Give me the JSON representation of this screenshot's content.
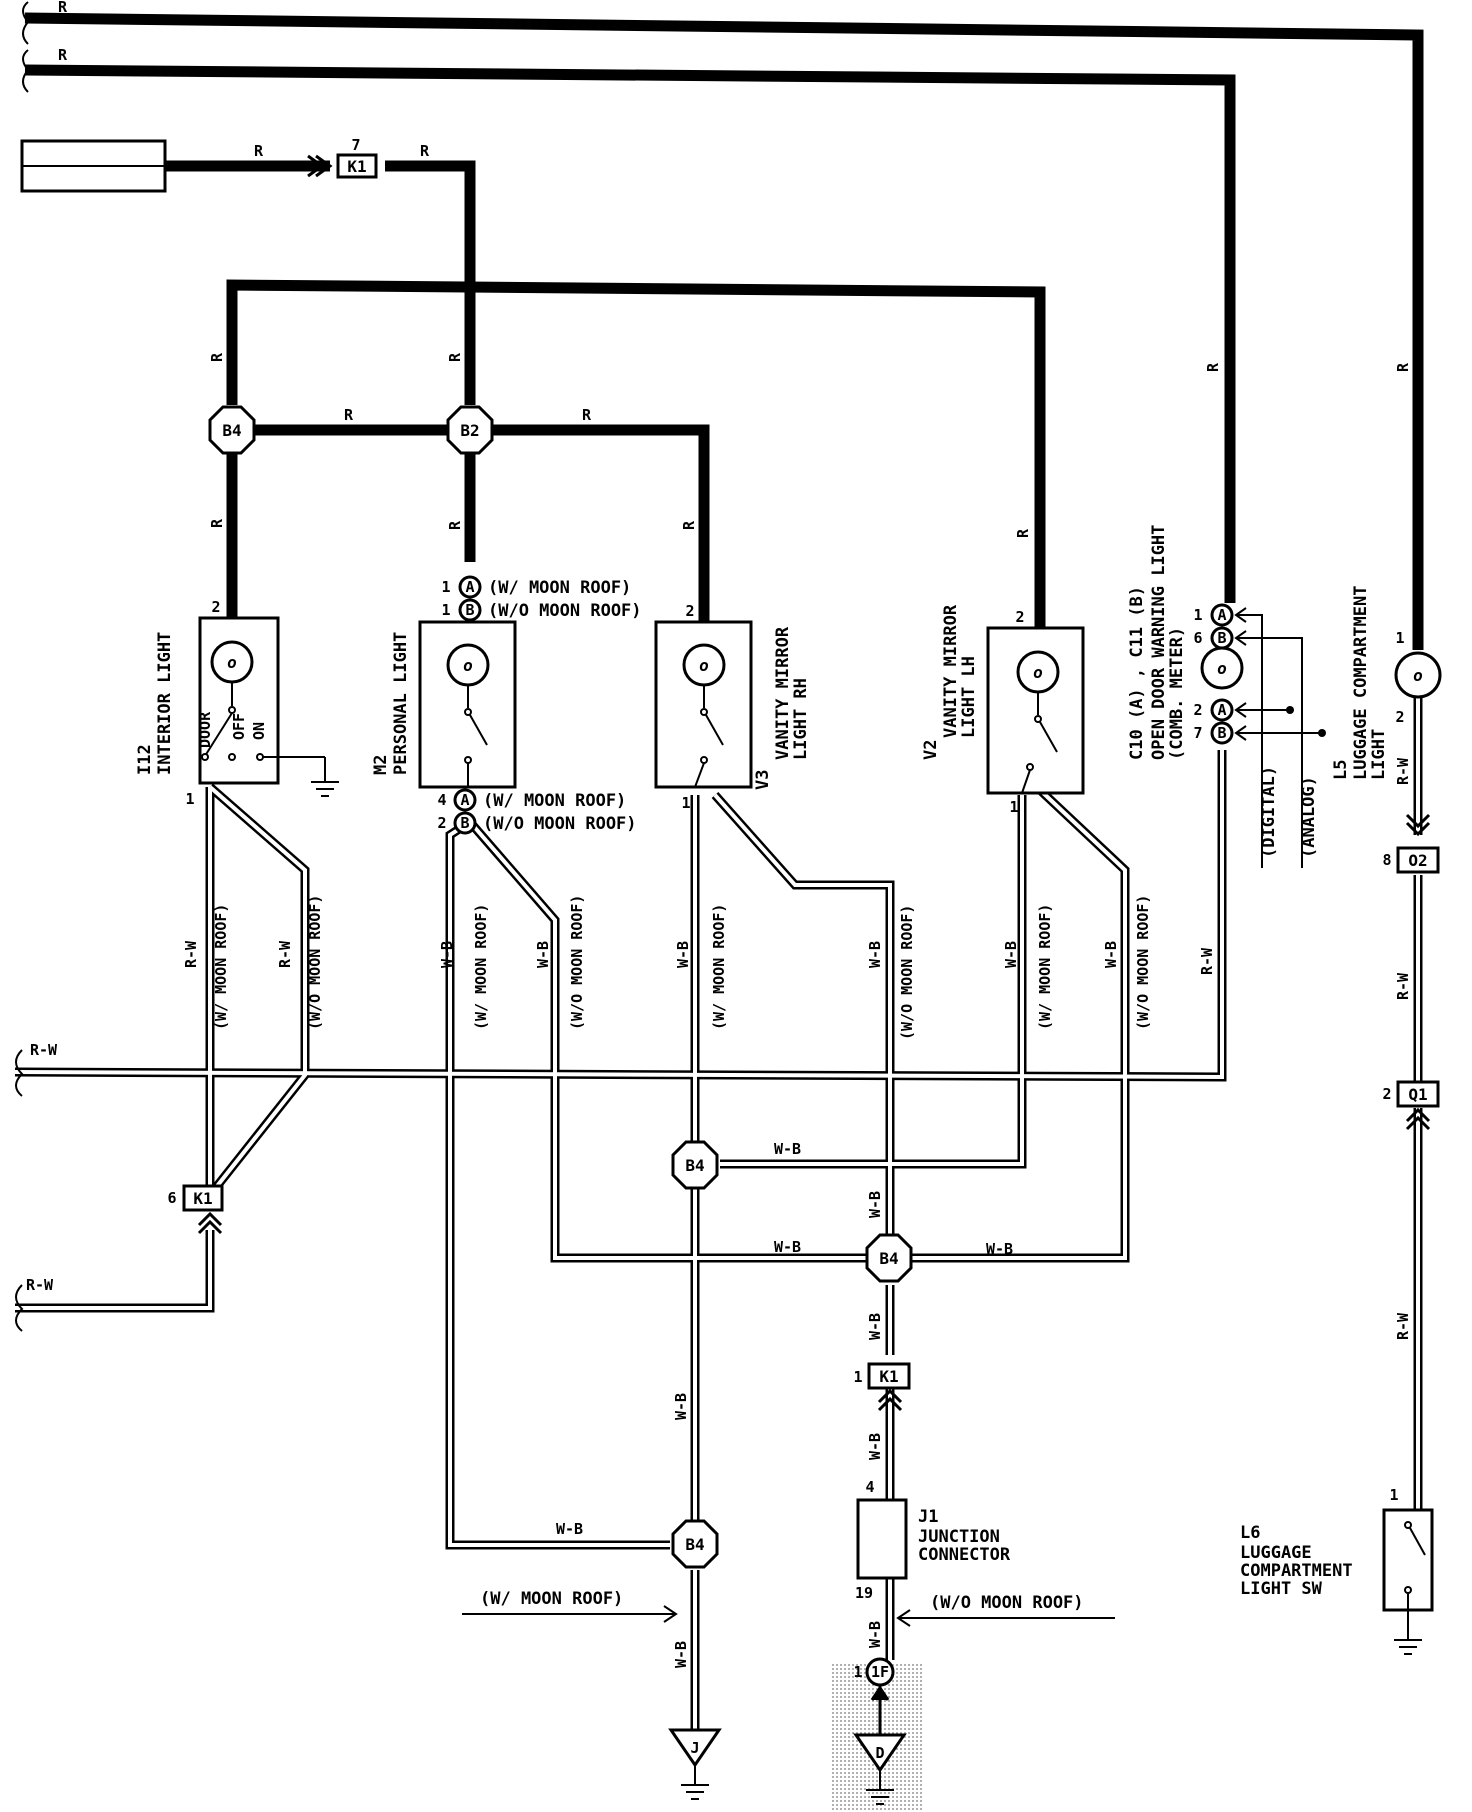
{
  "wire_colors": {
    "red": "R",
    "white_black": "W-B",
    "red_white": "R-W"
  },
  "connectors": {
    "k1": "K1",
    "b4": "B4",
    "b2": "B2",
    "o2": "O2",
    "q1": "Q1",
    "one_f": "1F"
  },
  "components": {
    "interior_light": {
      "id": "I12",
      "name": "INTERIOR LIGHT",
      "door": "DOOR",
      "off": "OFF",
      "on": "ON"
    },
    "personal_light": {
      "id": "M2",
      "name": "PERSONAL LIGHT"
    },
    "vanity_rh": {
      "id": "V3",
      "line1": "VANITY MIRROR",
      "line2": "LIGHT RH"
    },
    "vanity_lh": {
      "id": "V2",
      "line1": "VANITY MIRROR",
      "line2": "LIGHT LH"
    },
    "door_warning": {
      "id": "C10 (A) , C11 (B)",
      "line1": "OPEN DOOR WARNING LIGHT",
      "line2": "(COMB. METER)"
    },
    "luggage_light": {
      "id": "L5",
      "line1": "LUGGAGE COMPARTMENT",
      "line2": "LIGHT"
    },
    "luggage_sw": {
      "id": "L6",
      "line1": "LUGGAGE",
      "line2": "COMPARTMENT",
      "line3": "LIGHT SW"
    },
    "junction": {
      "id": "J1",
      "line1": "JUNCTION",
      "line2": "CONNECTOR"
    }
  },
  "notes": {
    "w_moon": "(W/ MOON ROOF)",
    "wo_moon": "(W/O MOON ROOF)",
    "digital": "(DIGITAL)",
    "analog": "(ANALOG)"
  },
  "pins": {
    "a": "A",
    "b": "B",
    "p1": "1",
    "p2": "2",
    "p4": "4",
    "p6": "6",
    "p7": "7",
    "p8": "8",
    "p19": "19"
  },
  "grounds": {
    "j": "J",
    "d": "D"
  }
}
